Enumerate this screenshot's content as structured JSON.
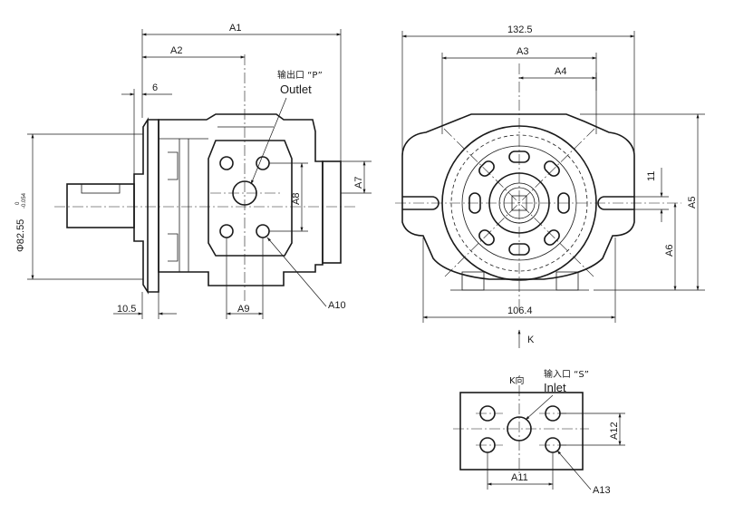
{
  "side_view": {
    "dim_a1": "A1",
    "dim_a2": "A2",
    "dim_6": "6",
    "dim_shaft_dia": "Φ82.55",
    "dim_shaft_tol_upper": "0",
    "dim_shaft_tol_lower": "-0.054",
    "outlet_cn": "输出口 “P”",
    "outlet_en": "Outlet",
    "dim_a7": "A7",
    "dim_a8": "A8",
    "dim_a9": "A9",
    "dim_a10": "A10",
    "dim_10_5": "10.5"
  },
  "front_view": {
    "dim_width": "132.5",
    "dim_a3": "A3",
    "dim_a4": "A4",
    "dim_11": "11",
    "dim_a5": "A5",
    "dim_a6": "A6",
    "dim_106_4": "106.4",
    "view_arrow_label": "K"
  },
  "inlet_view": {
    "view_label_cn": "K向",
    "inlet_cn": "输入口 “S”",
    "inlet_en": "Inlet",
    "dim_a11": "A11",
    "dim_a12": "A12",
    "dim_a13": "A13"
  }
}
